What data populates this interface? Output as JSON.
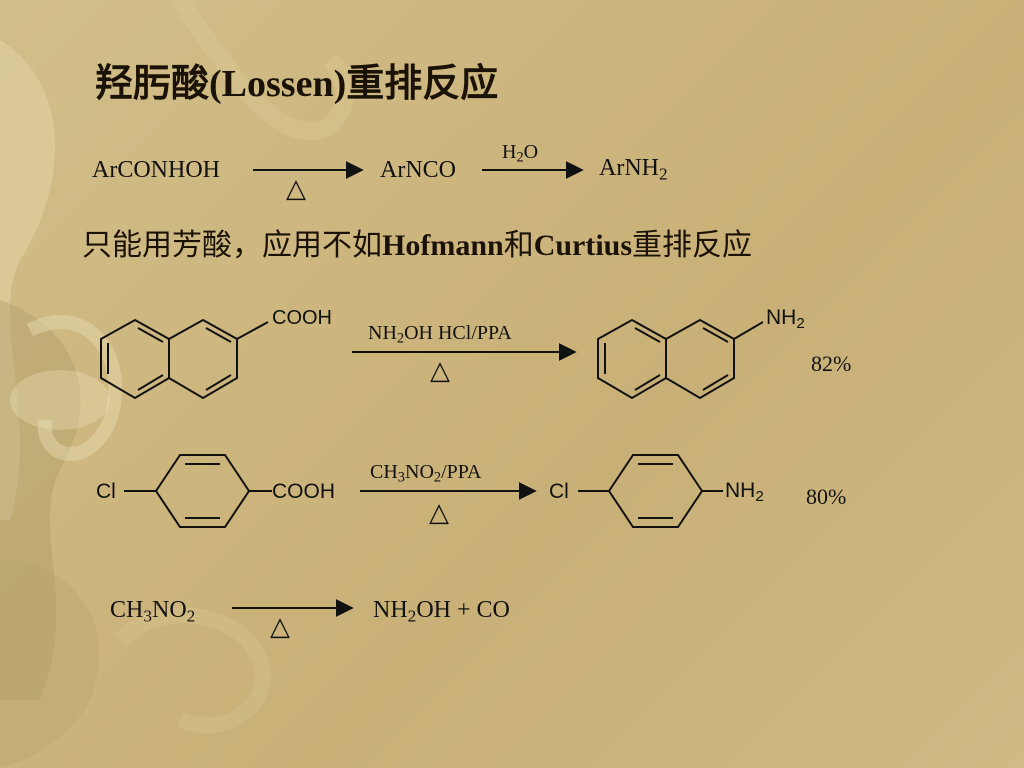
{
  "slide": {
    "title": "羟肟酸(Lossen)重排反应",
    "subtitle": {
      "part1": "只能用芳酸，应用不如",
      "bold1": "Hofmann",
      "part2": "和",
      "bold2": "Curtius",
      "part3": "重排反应"
    }
  },
  "scheme1": {
    "reactant": "ArCONHOH",
    "heat_symbol": "△",
    "intermediate": "ArNCO",
    "reagent_main": "H",
    "reagent_sub": "2",
    "reagent_tail": "O",
    "product_main": "ArNH",
    "product_sub": "2"
  },
  "scheme2": {
    "substituent": "COOH",
    "reagent_a": "NH",
    "reagent_a_sub": "2",
    "reagent_b": "OH HCl/PPA",
    "heat_symbol": "△",
    "product_group": "NH",
    "product_group_sub": "2",
    "yield": "82%"
  },
  "scheme3": {
    "left_substituent": "Cl",
    "right_substituent": "COOH",
    "reagent_a": "CH",
    "reagent_a_sub": "3",
    "reagent_b": "NO",
    "reagent_b_sub": "2",
    "reagent_c": "/PPA",
    "heat_symbol": "△",
    "product_left": "Cl",
    "product_right": "NH",
    "product_right_sub": "2",
    "yield": "80%"
  },
  "scheme4": {
    "reactant_a": "CH",
    "reactant_a_sub": "3",
    "reactant_b": "NO",
    "reactant_b_sub": "2",
    "heat_symbol": "△",
    "product_a": "NH",
    "product_a_sub": "2",
    "product_b": "OH + CO"
  },
  "colors": {
    "background": "#cdb67e",
    "swirl_light": "#e2d3a4",
    "swirl_dark": "#a79461",
    "ink": "#111111"
  }
}
